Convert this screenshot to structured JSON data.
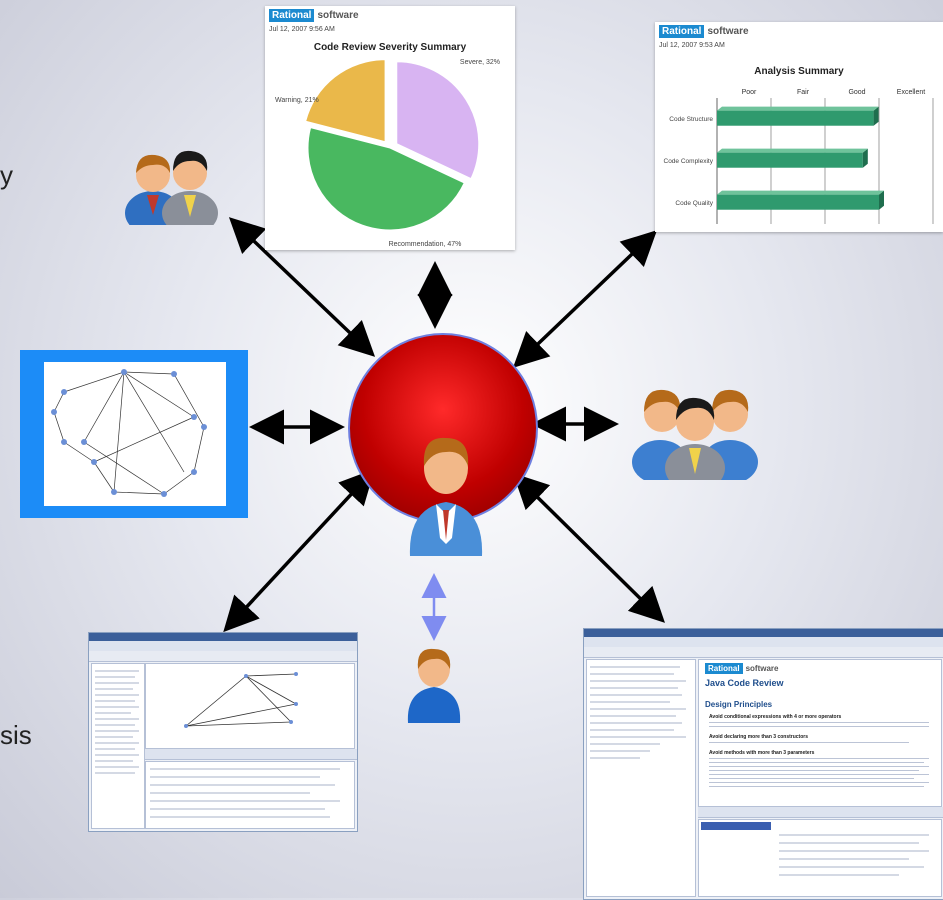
{
  "fragments": {
    "top_left": "y",
    "bottom_left": "sis"
  },
  "severity_panel": {
    "brand_tag": "Rational",
    "brand_word": "software",
    "date": "Jul 12, 2007 9:56 AM",
    "title": "Code Review Severity Summary",
    "chart_data": {
      "type": "pie",
      "title": "Code Review Severity Summary",
      "slices": [
        {
          "label": "Severe, 32%",
          "value": 32,
          "color": "#d8b4f2"
        },
        {
          "label": "Recommendation, 47%",
          "value": 47,
          "color": "#49b860"
        },
        {
          "label": "Warning, 21%",
          "value": 21,
          "color": "#eab84a"
        }
      ]
    }
  },
  "analysis_panel": {
    "brand_tag": "Rational",
    "brand_word": "software",
    "date": "Jul 12, 2007 9:53 AM",
    "title": "Analysis Summary",
    "chart_data": {
      "type": "bar",
      "orientation": "horizontal",
      "title": "Analysis Summary",
      "categories": [
        "Code Structure",
        "Code Complexity",
        "Code Quality"
      ],
      "scale_labels": [
        "Poor",
        "Fair",
        "Good",
        "Excellent"
      ],
      "values": [
        2.9,
        2.7,
        3.0
      ],
      "xlim": [
        0,
        4
      ],
      "color": "#2f9a6e"
    }
  },
  "review_doc": {
    "brand_tag": "Rational",
    "brand_word": "software",
    "title": "Java Code Review",
    "section": "Design Principles",
    "items": [
      "Avoid conditional expressions with 4 or more operators",
      "Avoid declaring more than 3 constructors",
      "Avoid methods with more than 3 parameters"
    ]
  },
  "colors": {
    "hub": "#c00000",
    "arrow": "#000000",
    "light_arrow": "#7f8cf0",
    "frame": "#1c8cf7"
  },
  "icons": [
    "two-users-icon",
    "three-users-icon",
    "central-user-icon",
    "single-user-icon",
    "dependency-graph-icon"
  ]
}
